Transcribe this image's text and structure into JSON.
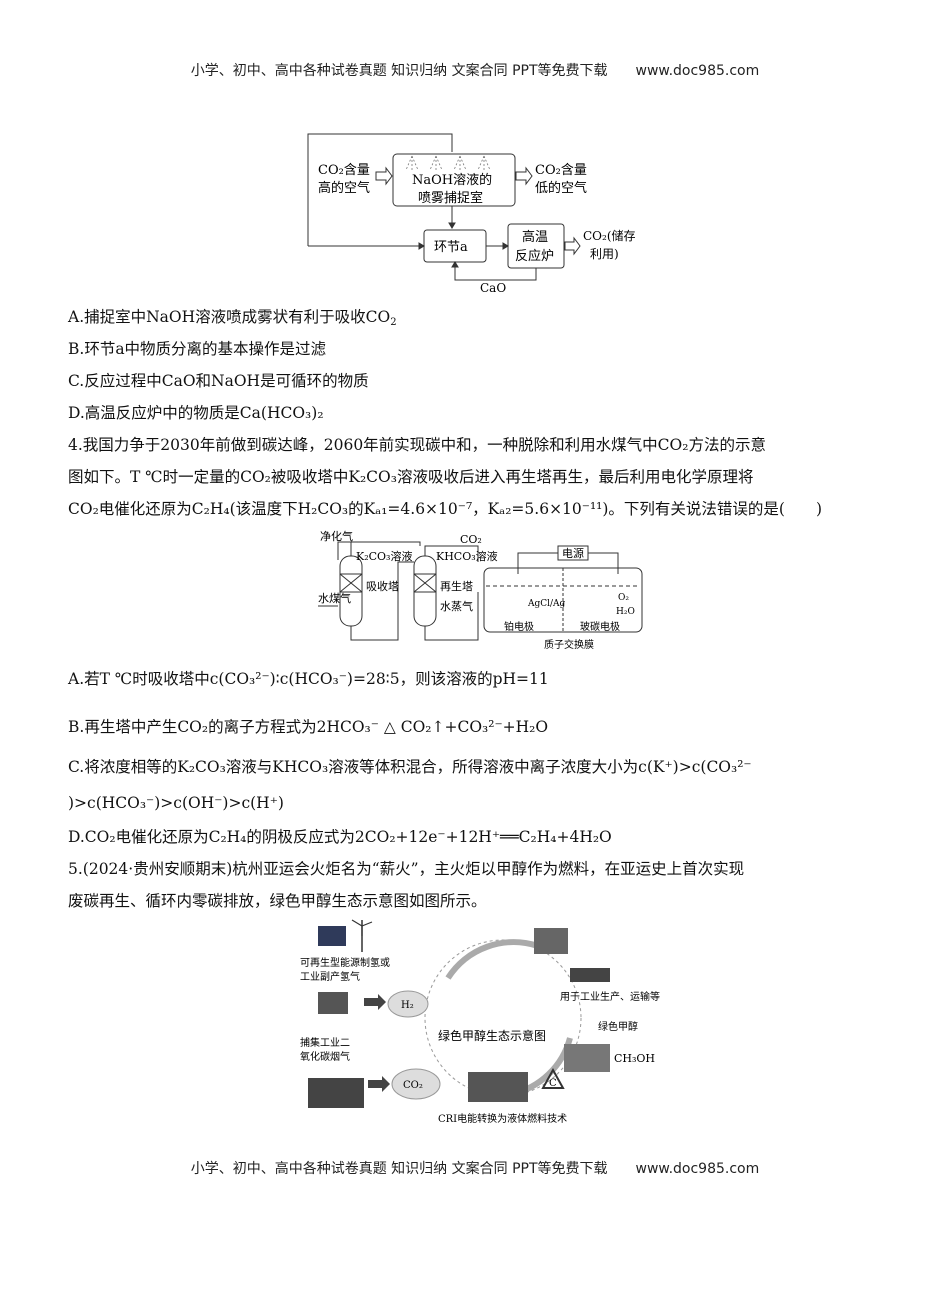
{
  "header": {
    "left": "小学、初中、高中各种试卷真题 知识归纳 文案合同 PPT等免费下载",
    "right": "www.doc985.com"
  },
  "footer": {
    "left": "小学、初中、高中各种试卷真题 知识归纳 文案合同 PPT等免费下载",
    "right": "www.doc985.com"
  },
  "fig1": {
    "left_top": "CO₂含量",
    "left_bottom": "高的空气",
    "center_top": "NaOH溶液的",
    "center_bottom": "喷雾捕捉室",
    "right_top": "CO₂含量",
    "right_bottom": "低的空气",
    "step_a": "环节a",
    "furnace_top": "高温",
    "furnace_bottom": "反应炉",
    "out_top": "CO₂(储存",
    "out_bottom": "利用)",
    "cao": "CaO"
  },
  "q3": {
    "A": "A.捕捉室中NaOH溶液喷成雾状有利于吸收CO",
    "A_sub": "2",
    "B": "B.环节a中物质分离的基本操作是过滤",
    "C": "C.反应过程中CaO和NaOH是可循环的物质",
    "D": "D.高温反应炉中的物质是Ca(HCO",
    "D_end": ")₂"
  },
  "q4": {
    "stem1": "4.我国力争于2030年前做到碳达峰，2060年前实现碳中和，一种脱除和利用水煤气中CO₂方法的示意",
    "stem2": "图如下。T ℃时一定量的CO₂被吸收塔中K₂CO₃溶液吸收后进入再生塔再生，最后利用电化学原理将",
    "stem3": "CO₂电催化还原为C₂H₄(该温度下H₂CO₃的Kₐ₁=4.6×10⁻⁷，Kₐ₂=5.6×10⁻¹¹)。下列有关说法错误的是(　　)",
    "A": "A.若T ℃时吸收塔中c(CO₃²⁻)∶c(HCO₃⁻)=28∶5，则该溶液的pH=11",
    "B": "B.再生塔中产生CO₂的离子方程式为2HCO₃⁻ △ CO₂↑+CO₃²⁻+H₂O",
    "C1": "C.将浓度相等的K₂CO₃溶液与KHCO₃溶液等体积混合，所得溶液中离子浓度大小为c(K⁺)>c(CO₃²⁻",
    "C2": ")>c(HCO₃⁻)>c(OH⁻)>c(H⁺)",
    "D": "D.CO₂电催化还原为C₂H₄的阴极反应式为2CO₂+12e⁻+12H⁺══C₂H₄+4H₂O"
  },
  "fig2": {
    "purified": "净化气",
    "k2co3": "K₂CO₃溶液",
    "co2": "CO₂",
    "khco3": "KHCO₃溶液",
    "absorber": "吸收塔",
    "regen": "再生塔",
    "water_gas": "水煤气",
    "steam": "水蒸气",
    "power": "电源",
    "agcl": "AgCl/Ag",
    "o2": "O₂",
    "h2o": "H₂O",
    "pt": "铂电极",
    "gc": "玻碳电极",
    "membrane": "质子交换膜"
  },
  "q5": {
    "stem1": "5.(2024·贵州安顺期末)杭州亚运会火炬名为“薪火”，主火炬以甲醇作为燃料，在亚运史上首次实现",
    "stem2": "废碳再生、循环内零碳排放，绿色甲醇生态示意图如图所示。"
  },
  "fig3": {
    "renew1": "可再生型能源制氢或",
    "renew2": "工业副产氢气",
    "h2": "H₂",
    "capture1": "捕集工业二",
    "capture2": "氧化碳烟气",
    "co2": "CO₂",
    "title": "绿色甲醇生态示意图",
    "use": "用于工业生产、运输等",
    "green": "绿色甲醇",
    "ch3oh": "CH₃OH",
    "cri": "CRI电能转换为液体燃料技术",
    "c": "C"
  }
}
